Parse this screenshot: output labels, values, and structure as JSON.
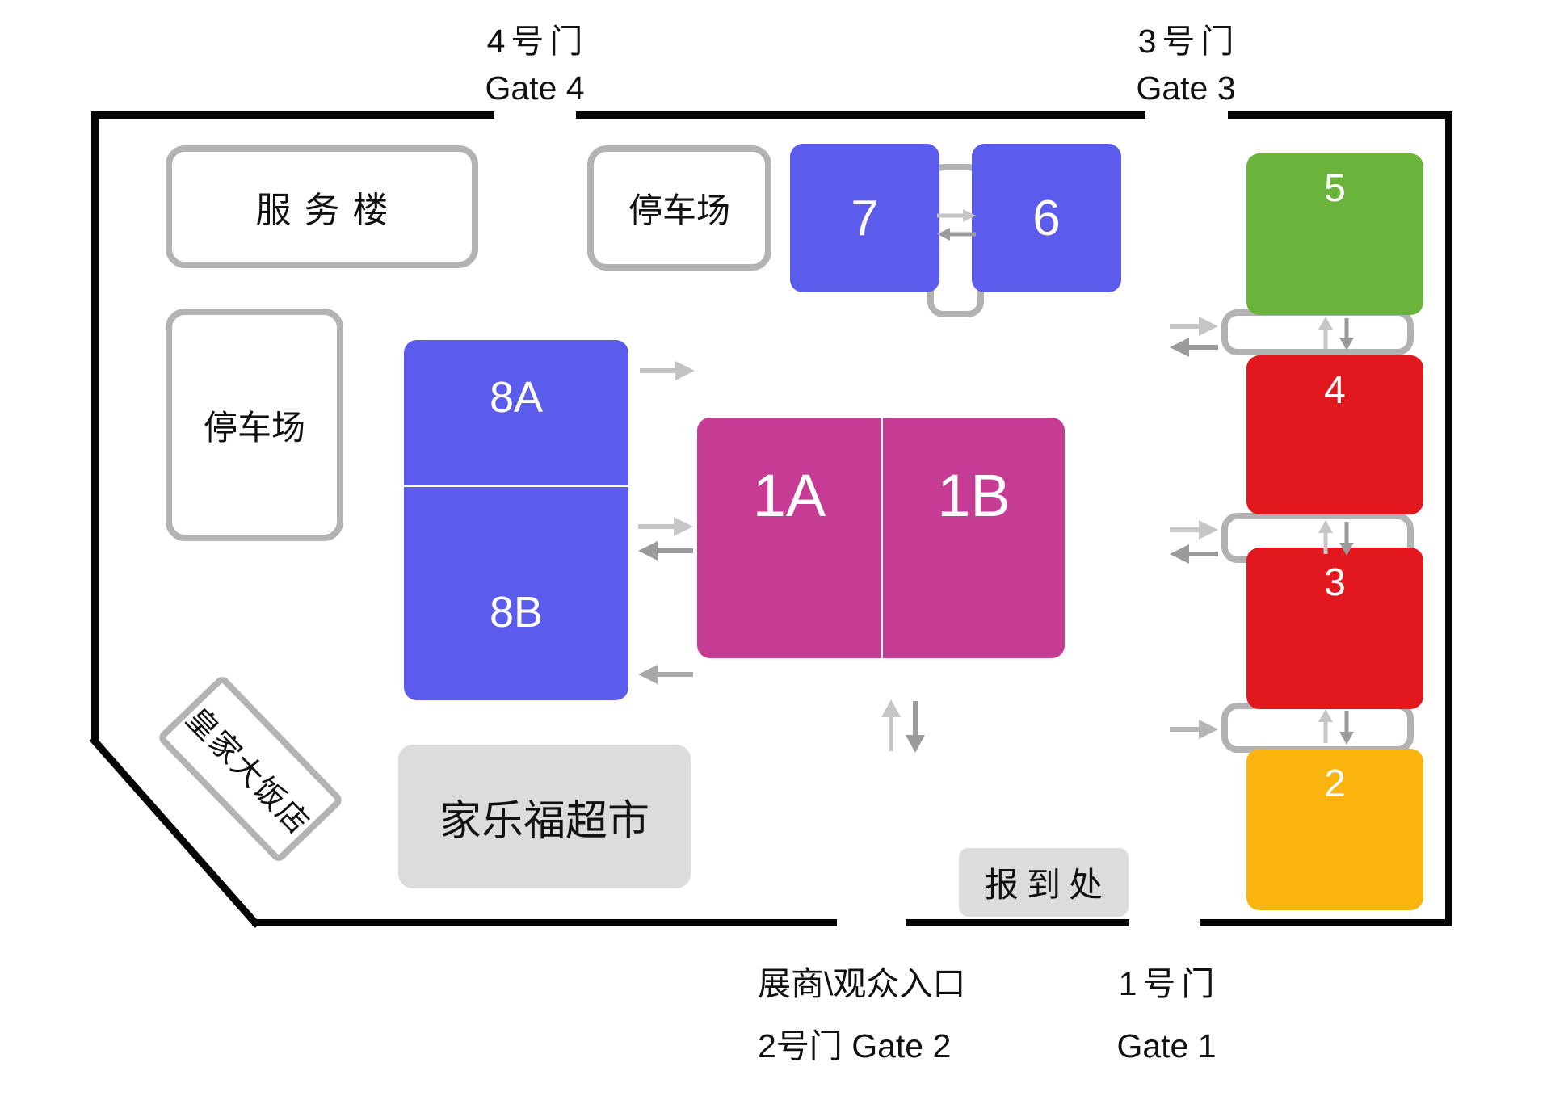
{
  "gates": {
    "gate4": {
      "zh": "4号门",
      "en": "Gate 4"
    },
    "gate3": {
      "zh": "3号门",
      "en": "Gate 3"
    },
    "gate1": {
      "zh": "1号门",
      "en": "Gate 1"
    },
    "gate2": {
      "line1": "展商\\观众入口",
      "line2": "2号门  Gate 2"
    }
  },
  "halls": {
    "h7": "7",
    "h6": "6",
    "h8a": "8A",
    "h8b": "8B",
    "h1a": "1A",
    "h1b": "1B",
    "h5": "5",
    "h4": "4",
    "h3": "3",
    "h2": "2"
  },
  "buildings": {
    "service": "服务楼",
    "parking_top": "停车场",
    "parking_left": "停车场",
    "carrefour": "家乐福超市",
    "hotel": "皇家大饭店",
    "registration": "报到处"
  },
  "colors": {
    "hall_blue": "#5B5BEC",
    "hall_green": "#6AB43C",
    "hall_red": "#E3181F",
    "hall_orange": "#FBB40E",
    "hall_magenta": "#C63C94",
    "connector_grey": "#B2B2B2",
    "building_grey": "#DCDCDC",
    "wall_black": "#050505",
    "arrow_light_grey": "#C6C6C6",
    "arrow_dark_grey": "#9B9B9B"
  }
}
